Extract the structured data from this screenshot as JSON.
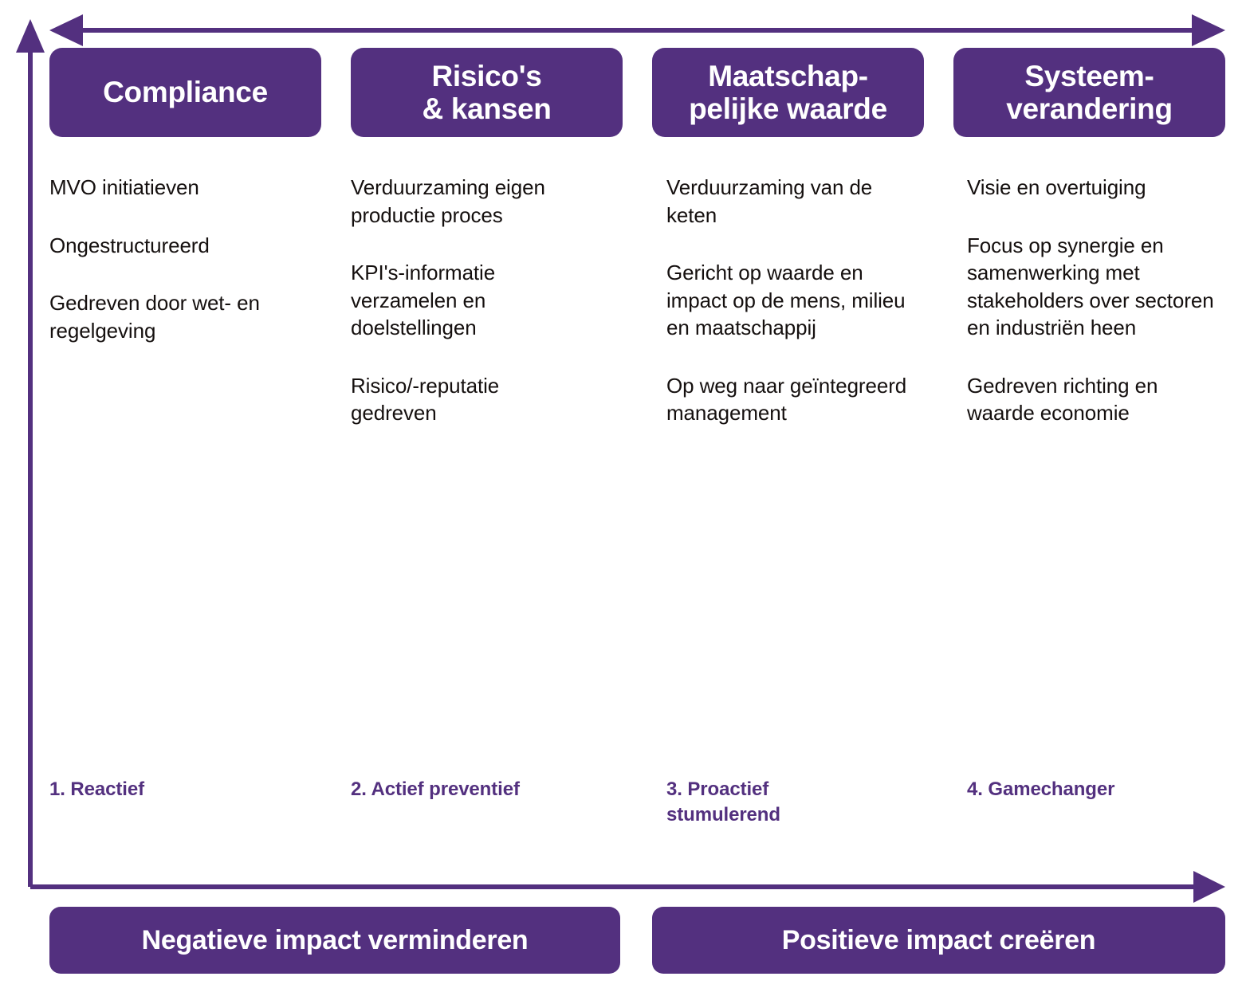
{
  "diagram": {
    "title_axes": {
      "top_arrow": "double-headed-horizontal-arrow",
      "left_arrow": "up-arrow",
      "bottom_arrow": "right-arrow"
    },
    "accent_color": "#53307F",
    "text_color": "#15100F"
  },
  "columns": [
    {
      "header": "Compliance",
      "stage_label": "1.  Reactief",
      "bullets": [
        "MVO initiatieven",
        "Ongestructureerd",
        "Gedreven door wet- en regelgeving"
      ]
    },
    {
      "header": "Risico's\n& kansen",
      "stage_label": "2. Actief preventief",
      "bullets": [
        "Verduurzaming eigen productie proces",
        "KPI's-informatie verzamelen en doelstellingen",
        "Risico/-reputatie gedreven"
      ]
    },
    {
      "header": "Maatschap-\npelijke waarde",
      "stage_label": "3. Proactief\nstumulerend",
      "bullets": [
        "Verduurzaming van de keten",
        "Gericht op waarde en impact op de mens, milieu en maatschappij",
        "Op weg naar geïntegreerd management"
      ]
    },
    {
      "header": "Systeem-\nverandering",
      "stage_label": "4. Gamechanger",
      "bullets": [
        "Visie en overtuiging",
        "Focus op synergie en samenwerking met stakeholders over sectoren en industriën heen",
        "Gedreven richting en waarde economie"
      ]
    }
  ],
  "banners": [
    {
      "label": "Negatieve impact verminderen"
    },
    {
      "label": "Positieve impact creëren"
    }
  ]
}
